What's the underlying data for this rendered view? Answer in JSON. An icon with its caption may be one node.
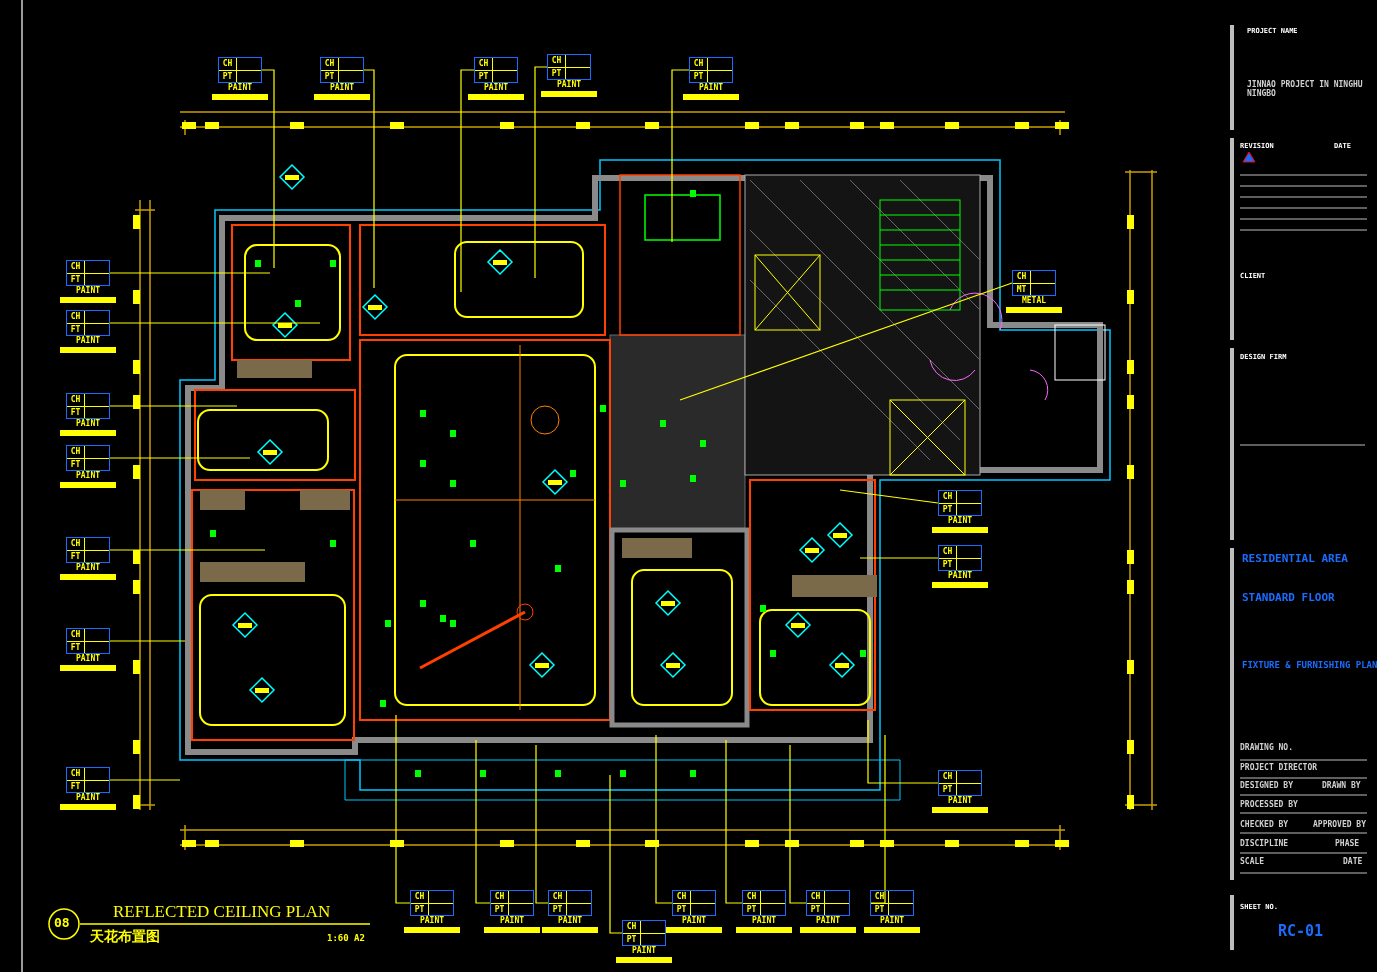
{
  "diagram": {
    "title": "REFLECTED CEILING PLAN",
    "nodes": [
      {
        "text": [
          "CH",
          "PT",
          "PAINT"
        ]
      },
      {
        "text": [
          "CH",
          "PT",
          "PAINT"
        ]
      },
      {
        "text": [
          "CH",
          "PT",
          "PAINT"
        ]
      },
      {
        "text": [
          "CH",
          "PT",
          "PAINT"
        ]
      },
      {
        "text": [
          "CH",
          "PT",
          "PAINT"
        ]
      },
      {
        "text": [
          "CH",
          "FT",
          "PAINT"
        ]
      },
      {
        "text": [
          "CH",
          "FT",
          "PAINT"
        ]
      },
      {
        "text": [
          "CH",
          "FT",
          "PAINT"
        ]
      },
      {
        "text": [
          "CH",
          "FT",
          "PAINT"
        ]
      },
      {
        "text": [
          "CH",
          "FT",
          "PAINT"
        ]
      },
      {
        "text": [
          "CH",
          "FT",
          "PAINT"
        ]
      },
      {
        "text": [
          "CH",
          "FT",
          "PAINT"
        ]
      },
      {
        "text": [
          "CH",
          "MT",
          "METAL"
        ]
      },
      {
        "text": [
          "CH",
          "PT",
          "PAINT"
        ]
      },
      {
        "text": [
          "CH",
          "PT",
          "PAINT"
        ]
      },
      {
        "text": [
          "CH",
          "PT",
          "PAINT"
        ]
      },
      {
        "text": [
          "CH",
          "PT",
          "PAINT"
        ]
      },
      {
        "text": [
          "CH",
          "PT",
          "PAINT"
        ]
      },
      {
        "text": [
          "CH",
          "PT",
          "PAINT"
        ]
      },
      {
        "text": [
          "CH",
          "PT",
          "PAINT"
        ]
      },
      {
        "text": [
          "CH",
          "PT",
          "PAINT"
        ]
      },
      {
        "text": [
          "CH",
          "PT",
          "PAINT"
        ]
      },
      {
        "text": [
          "CH",
          "PT",
          "PAINT"
        ]
      },
      {
        "text": [
          "CH",
          "PT",
          "PAINT"
        ]
      }
    ],
    "edges": [
      {
        "from": 0,
        "to": null,
        "arrow": "none"
      },
      {
        "from": 1,
        "to": null,
        "arrow": "none"
      },
      {
        "from": 2,
        "to": null,
        "arrow": "none"
      },
      {
        "from": 3,
        "to": null,
        "arrow": "none"
      },
      {
        "from": 4,
        "to": null,
        "arrow": "none"
      },
      {
        "from": 5,
        "to": null,
        "arrow": "none"
      },
      {
        "from": 6,
        "to": null,
        "arrow": "none"
      },
      {
        "from": 7,
        "to": null,
        "arrow": "none"
      },
      {
        "from": 8,
        "to": null,
        "arrow": "none"
      },
      {
        "from": 9,
        "to": null,
        "arrow": "none"
      },
      {
        "from": 10,
        "to": null,
        "arrow": "none"
      },
      {
        "from": 11,
        "to": null,
        "arrow": "none"
      },
      {
        "from": 12,
        "to": null,
        "arrow": "none"
      },
      {
        "from": 13,
        "to": null,
        "arrow": "none"
      },
      {
        "from": 14,
        "to": null,
        "arrow": "none"
      },
      {
        "from": 15,
        "to": null,
        "arrow": "none"
      },
      {
        "from": 16,
        "to": null,
        "arrow": "none"
      },
      {
        "from": 17,
        "to": null,
        "arrow": "none"
      },
      {
        "from": 18,
        "to": null,
        "arrow": "none"
      },
      {
        "from": 19,
        "to": null,
        "arrow": "none"
      },
      {
        "from": 20,
        "to": null,
        "arrow": "none"
      },
      {
        "from": 21,
        "to": null,
        "arrow": "none"
      },
      {
        "from": 22,
        "to": null,
        "arrow": "none"
      },
      {
        "from": 23,
        "to": null,
        "arrow": "none"
      }
    ],
    "labels": [
      "PROJECT NAME",
      "JINNAO PROJECT IN NINGHU NINGBO",
      "REVISION",
      "DATE",
      "CLIENT",
      "DESIGN FIRM",
      "RESIDENTIAL AREA",
      "STANDARD FLOOR",
      "FIXTURE & FURNISHING PLAN",
      "DRAWING NO.",
      "PROJECT DIRECTOR",
      "DESIGNED BY",
      "DRAWN BY",
      "PROCESSED BY",
      "CHECKED BY",
      "APPROVED BY",
      "DISCIPLINE",
      "PHASE",
      "SCALE",
      "DATE",
      "SHEET NO.",
      "RC-01",
      "08",
      "天花布置图",
      "1:60 A2"
    ]
  }
}
